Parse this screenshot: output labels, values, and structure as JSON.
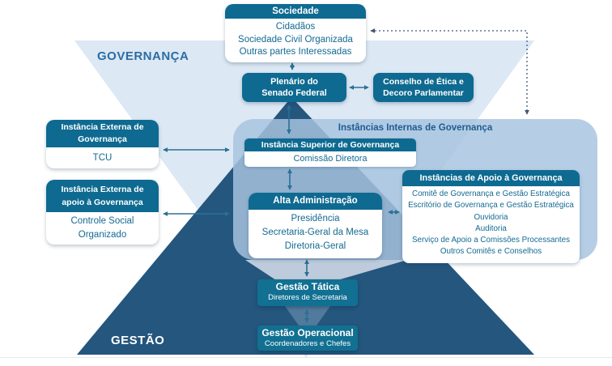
{
  "diagram": {
    "zone_labels": {
      "governanca": "GOVERNANÇA",
      "gestao": "GESTÃO"
    },
    "sociedade": {
      "title": "Sociedade",
      "lines": [
        "Cidadãos",
        "Sociedade Civil Organizada",
        "Outras partes Interessadas"
      ]
    },
    "plenario": {
      "lines": [
        "Plenário do",
        "Senado Federal"
      ]
    },
    "conselho_etica": {
      "lines": [
        "Conselho de Ética e",
        "Decoro Parlamentar"
      ]
    },
    "instancias_internas": {
      "title": "Instâncias Internas de Governança",
      "superior": {
        "title": "Instância Superior de Governança",
        "body": "Comissão Diretora"
      },
      "alta_administracao": {
        "title": "Alta Administração",
        "lines": [
          "Presidência",
          "Secretaria-Geral da Mesa",
          "Diretoria-Geral"
        ]
      },
      "apoio": {
        "title": "Instâncias de Apoio à Governança",
        "lines": [
          "Comitê de Governança e Gestão Estratégica",
          "Escritório de Governança e Gestão Estratégica",
          "Ouvidoria",
          "Auditoria",
          "Serviço de Apoio a Comissões Processantes",
          "Outros Comitês e Conselhos"
        ]
      }
    },
    "externa_governanca": {
      "title_lines": [
        "Instância Externa de",
        "Governança"
      ],
      "body_lines": [
        "TCU"
      ]
    },
    "externa_apoio": {
      "title_lines": [
        "Instância Externa de",
        "apoio à Governança"
      ],
      "body_lines": [
        "Controle Social",
        "Organizado"
      ]
    },
    "gestao_tatica": {
      "title": "Gestão Tática",
      "subtitle": "Diretores de Secretaria"
    },
    "gestao_operacional": {
      "title": "Gestão Operacional",
      "subtitle": "Coordenadores e Chefes"
    }
  },
  "colors": {
    "header_teal": "#0E6A91",
    "gestao_box_teal": "#127092",
    "dark_triangle": "#24567E",
    "light_triangle": "#DCE8F4",
    "container_blue": "#B7CEE5",
    "body_text_teal": "#146A92",
    "container_title_blue": "#1E5C90",
    "governanca_label": "#2B6CA4",
    "arrow": "#2B7095",
    "dotted_connector": "#40587A"
  }
}
